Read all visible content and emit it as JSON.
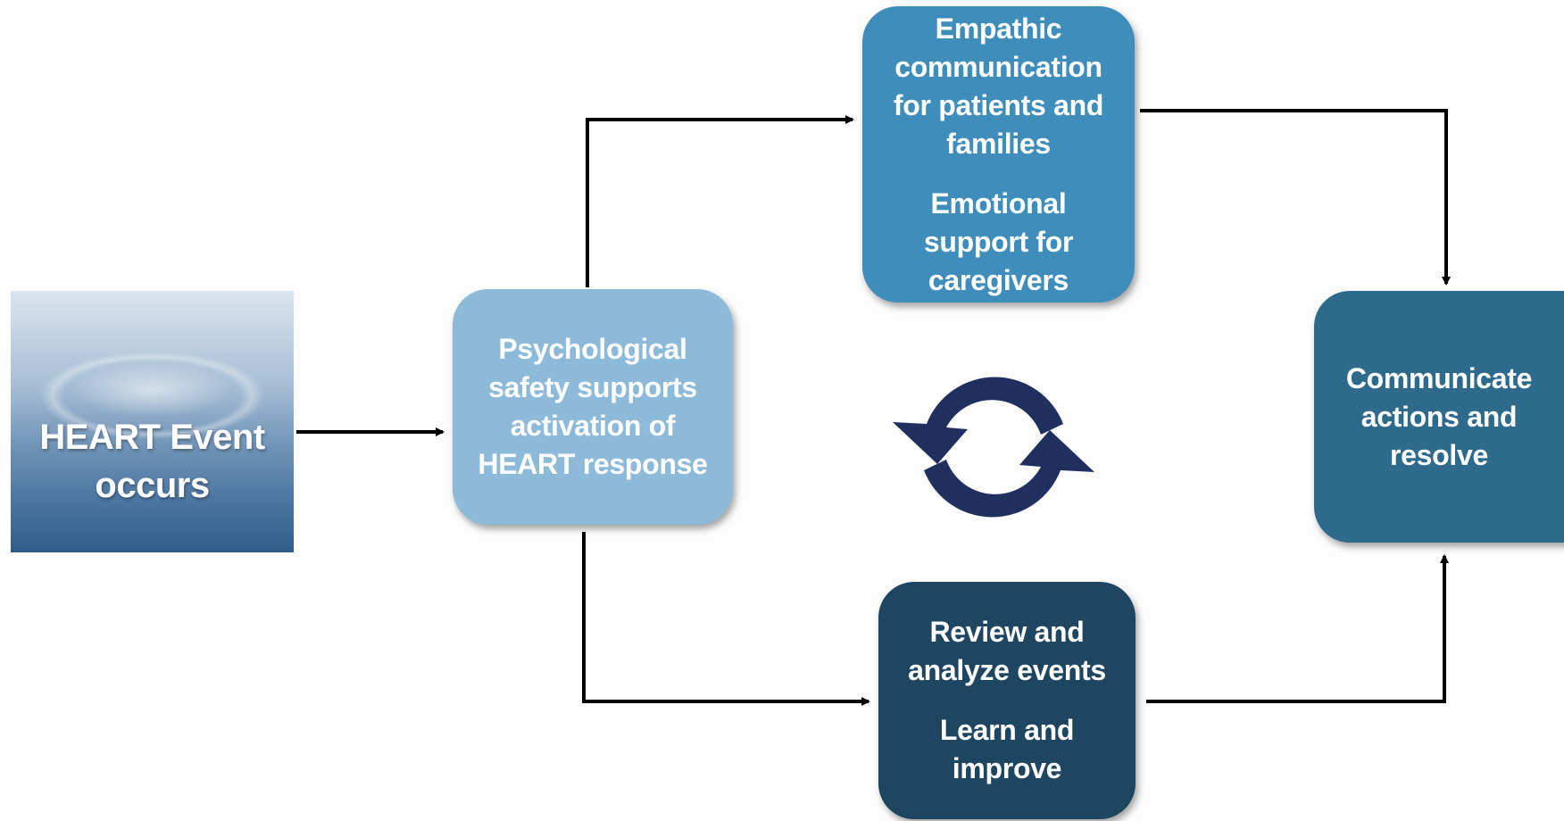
{
  "start": {
    "lines": [
      "HEART Event",
      "occurs"
    ]
  },
  "psych": {
    "lines": [
      "Psychological",
      "safety supports",
      "activation of",
      "HEART response"
    ],
    "color": "#8dbad9"
  },
  "empathic": {
    "top_lines": [
      "Empathic",
      "communication",
      "for patients and",
      "families"
    ],
    "bottom_lines": [
      "Emotional",
      "support for",
      "caregivers"
    ],
    "color": "#3e8dbb"
  },
  "review": {
    "top_lines": [
      "Review and",
      "analyze events"
    ],
    "bottom_lines": [
      "Learn and",
      "improve"
    ],
    "color": "#1f4660"
  },
  "communicate": {
    "lines": [
      "Communicate",
      "actions and",
      "resolve"
    ],
    "color": "#2e6a8c"
  },
  "cycle_icon": {
    "icon": "refresh-cycle-icon",
    "color": "#1f2f5e"
  }
}
